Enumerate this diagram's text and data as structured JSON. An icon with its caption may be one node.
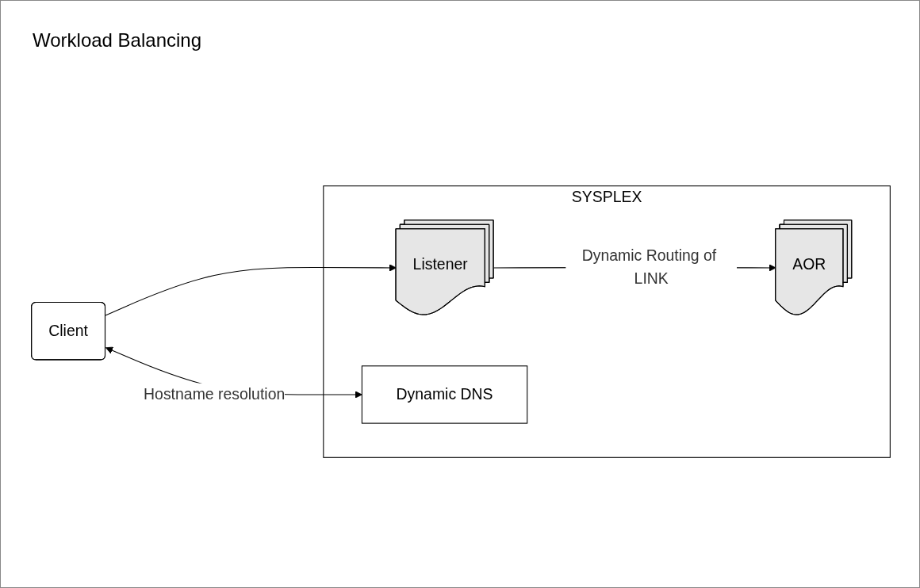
{
  "diagram": {
    "title": "Workload Balancing",
    "nodes": [
      {
        "text": [
          "SYSPLEX"
        ]
      },
      {
        "text": [
          "Client"
        ]
      },
      {
        "text": [
          "Listener"
        ],
        "in": 0
      },
      {
        "text": [
          "AOR"
        ],
        "in": 0
      },
      {
        "text": [
          "Dynamic DNS"
        ],
        "in": 0
      }
    ],
    "edges": [
      {
        "from": 1,
        "to": 2,
        "arrow": "to"
      },
      {
        "from": 2,
        "to": 3,
        "arrow": "to",
        "label": "Dynamic Routing of LINK"
      },
      {
        "from": 1,
        "to": 4,
        "arrow": "both",
        "label": "Hostname resolution"
      }
    ]
  }
}
